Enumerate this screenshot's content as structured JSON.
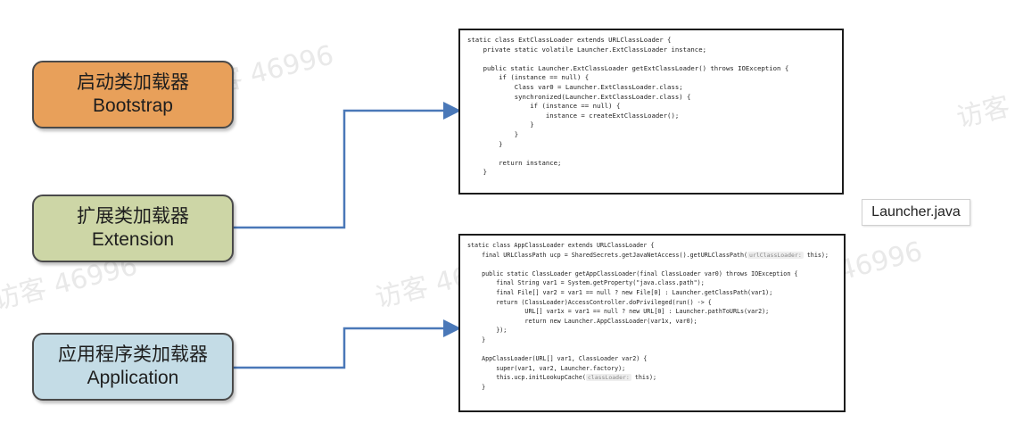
{
  "watermark_text": "访客 46996",
  "loaders": [
    {
      "name_cn": "启动类加载器",
      "name_en": "Bootstrap",
      "fill": "#e8a05a"
    },
    {
      "name_cn": "扩展类加载器",
      "name_en": "Extension",
      "fill": "#cdd6a6"
    },
    {
      "name_cn": "应用程序类加载器",
      "name_en": "Application",
      "fill": "#c4dce6"
    }
  ],
  "file_label": "Launcher.java",
  "arrow_color": "#4a78b8",
  "ext_code": {
    "line1": "static class ExtClassLoader extends URLClassLoader {",
    "line2": "    private static volatile Launcher.ExtClassLoader instance;",
    "line3": "",
    "line4": "    public static Launcher.ExtClassLoader getExtClassLoader() throws IOException {",
    "line5": "        if (instance == null) {",
    "line6": "            Class var0 = Launcher.ExtClassLoader.class;",
    "line7": "            synchronized(Launcher.ExtClassLoader.class) {",
    "line8": "                if (instance == null) {",
    "line9": "                    instance = createExtClassLoader();",
    "line10": "                }",
    "line11": "            }",
    "line12": "        }",
    "line13": "",
    "line14": "        return instance;",
    "line15": "    }"
  },
  "app_code": {
    "line1": "static class AppClassLoader extends URLClassLoader {",
    "line2a": "    final URLClassPath ucp = SharedSecrets.getJavaNetAccess().getURLClassPath(",
    "line2_hint": "urlClassLoader:",
    "line2b": " this);",
    "line3": "",
    "line4": "    public static ClassLoader getAppClassLoader(final ClassLoader var0) throws IOException {",
    "line5": "        final String var1 = System.getProperty(\"java.class.path\");",
    "line6": "        final File[] var2 = var1 == null ? new File[0] : Launcher.getClassPath(var1);",
    "line7": "        return (ClassLoader)AccessController.doPrivileged(run() -> {",
    "line8": "                URL[] var1x = var1 == null ? new URL[0] : Launcher.pathToURLs(var2);",
    "line9": "                return new Launcher.AppClassLoader(var1x, var0);",
    "line10": "        });",
    "line11": "    }",
    "line12": "",
    "line13": "    AppClassLoader(URL[] var1, ClassLoader var2) {",
    "line14": "        super(var1, var2, Launcher.factory);",
    "line15a": "        this.ucp.initLookupCache(",
    "line15_hint": "classLoader:",
    "line15b": " this);",
    "line16": "    }"
  }
}
